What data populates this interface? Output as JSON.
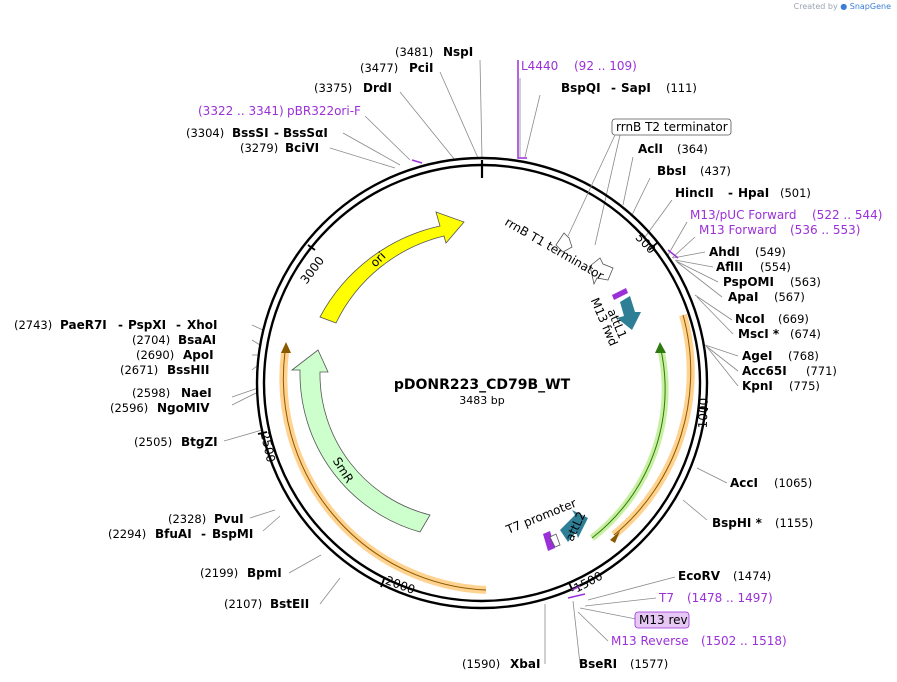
{
  "credit": {
    "prefix": "Created by",
    "brand": "SnapGene"
  },
  "plasmid": {
    "name": "pDONR223_CD79B_WT",
    "size": "3483 bp"
  },
  "ticks": [
    "500",
    "1000",
    "1500",
    "2000",
    "2500",
    "3000"
  ],
  "features": [
    "ori",
    "SmR",
    "attL1",
    "attL2",
    "M13 fwd",
    "T7 promoter",
    "rrnB T1 terminator"
  ],
  "boxed": {
    "rrnB_T2": "rrnB T2 terminator",
    "m13rev": "M13 rev"
  },
  "sites_right": [
    {
      "name": "BspQI",
      "name2": "SapI",
      "pos": "(111)"
    },
    {
      "name": "AclI",
      "pos": "(364)"
    },
    {
      "name": "BbsI",
      "pos": "(437)"
    },
    {
      "name": "HincII",
      "name2": "HpaI",
      "pos": "(501)"
    },
    {
      "name": "AhdI",
      "pos": "(549)"
    },
    {
      "name": "AflII",
      "pos": "(554)"
    },
    {
      "name": "PspOMI",
      "pos": "(563)"
    },
    {
      "name": "ApaI",
      "pos": "(567)"
    },
    {
      "name": "NcoI",
      "pos": "(669)"
    },
    {
      "name": "MscI *",
      "pos": "(674)"
    },
    {
      "name": "AgeI",
      "pos": "(768)"
    },
    {
      "name": "Acc65I",
      "pos": "(771)"
    },
    {
      "name": "KpnI",
      "pos": "(775)"
    },
    {
      "name": "AccI",
      "pos": "(1065)"
    },
    {
      "name": "BspHI *",
      "pos": "(1155)"
    },
    {
      "name": "EcoRV",
      "pos": "(1474)"
    },
    {
      "name": "BseRI",
      "pos": "(1577)"
    }
  ],
  "sites_left": [
    {
      "name": "NspI",
      "pos": "(3481)"
    },
    {
      "name": "PciI",
      "pos": "(3477)"
    },
    {
      "name": "DrdI",
      "pos": "(3375)"
    },
    {
      "name": "BssSI",
      "name2": "BssSαI",
      "pos": "(3304)"
    },
    {
      "name": "BciVI",
      "pos": "(3279)"
    },
    {
      "name": "PaeR7I",
      "name2": "PspXI",
      "name3": "XhoI",
      "pos": "(2743)"
    },
    {
      "name": "BsaAI",
      "pos": "(2704)"
    },
    {
      "name": "ApoI",
      "pos": "(2690)"
    },
    {
      "name": "BssHII",
      "pos": "(2671)"
    },
    {
      "name": "NaeI",
      "pos": "(2598)"
    },
    {
      "name": "NgoMIV",
      "pos": "(2596)"
    },
    {
      "name": "BtgZI",
      "pos": "(2505)"
    },
    {
      "name": "PvuI",
      "pos": "(2328)"
    },
    {
      "name": "BfuAI",
      "name2": "BspMI",
      "pos": "(2294)"
    },
    {
      "name": "BpmI",
      "pos": "(2199)"
    },
    {
      "name": "BstEII",
      "pos": "(2107)"
    },
    {
      "name": "XbaI",
      "pos": "(1590)"
    }
  ],
  "primers": [
    {
      "name": "L4440",
      "range": "(92 .. 109)"
    },
    {
      "name": "pBR322ori-F",
      "range": "(3322 .. 3341)"
    },
    {
      "name": "M13/pUC Forward",
      "range": "(522 .. 544)"
    },
    {
      "name": "M13 Forward",
      "range": "(536 .. 553)"
    },
    {
      "name": "T7",
      "range": "(1478 .. 1497)"
    },
    {
      "name": "M13 Reverse",
      "range": "(1502 .. 1518)"
    }
  ],
  "colors": {
    "ori": "#ffff00",
    "smr": "#ccffcc",
    "att": "#2e7f96",
    "primer": "#9b30d9",
    "orf_orange": "#ffd28f",
    "orf_green": "#c8f0a0",
    "backbone": "#000000"
  }
}
